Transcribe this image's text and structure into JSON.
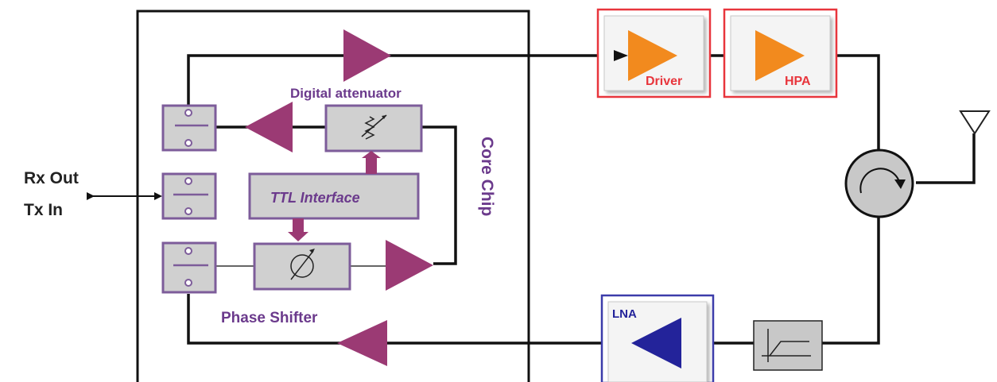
{
  "labels": {
    "rx_out": "Rx Out",
    "tx_in": "Tx In",
    "digital_attenuator": "Digital attenuator",
    "ttl_interface": "TTL Interface",
    "phase_shifter": "Phase Shifter",
    "core_chip": "Core Chip",
    "driver": "Driver",
    "hpa": "HPA",
    "lna": "LNA"
  },
  "colors": {
    "purple": "#9b3a74",
    "label_purple": "#6b3a8c",
    "orange": "#f28a1e",
    "navy": "#23239a",
    "red_border": "#e8353c",
    "blue_border": "#3c3caa",
    "box_gray": "#d0d0d0",
    "box_border": "#7d5c9a"
  },
  "icons": {
    "attenuator": "variable-resistor-icon",
    "phase_shifter": "variable-phase-icon",
    "antenna": "antenna-icon",
    "circulator": "circulator-icon",
    "filter": "highpass-filter-icon",
    "switch": "spdt-switch-icon"
  }
}
